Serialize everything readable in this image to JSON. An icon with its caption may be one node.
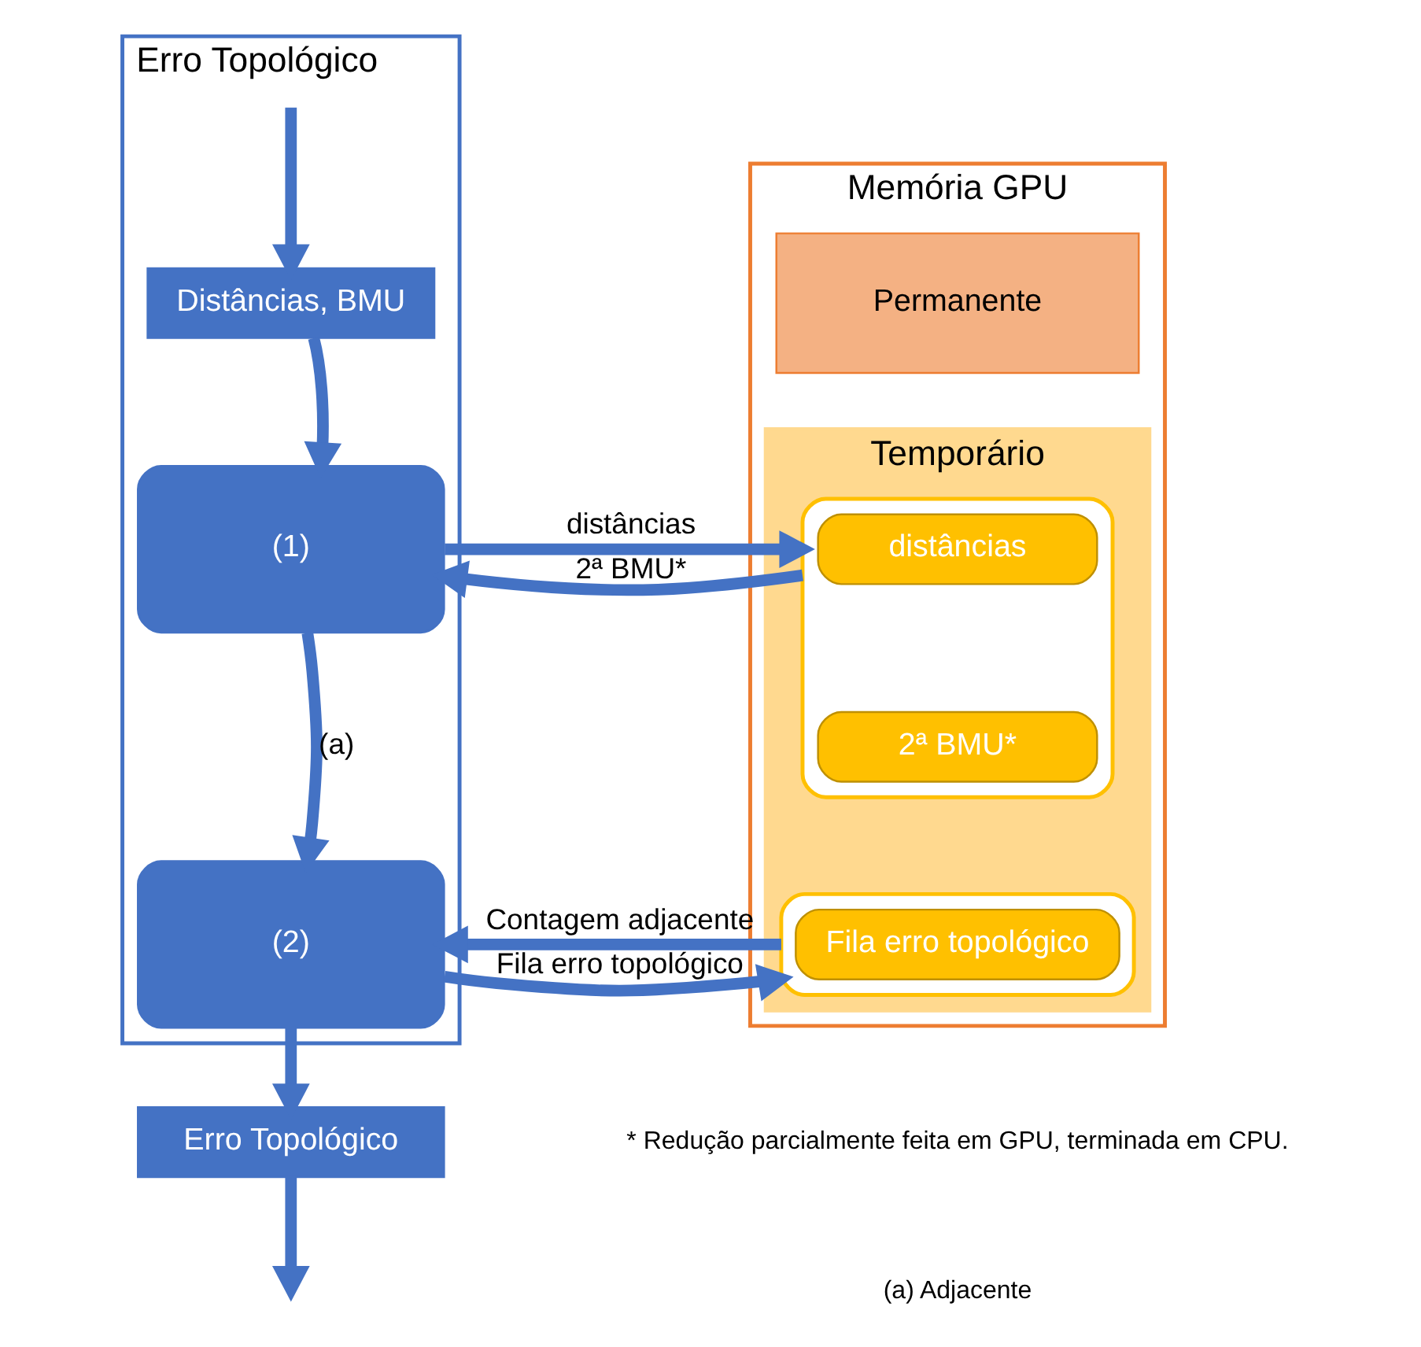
{
  "diagram": {
    "nodes": [
      {
        "text": [
          "Erro Topológico"
        ]
      },
      {
        "text": [
          "Distâncias, BMU"
        ],
        "in": 0
      },
      {
        "text": [
          "(1)"
        ],
        "in": 0
      },
      {
        "text": [
          "(2)"
        ],
        "in": 0
      },
      {
        "text": [
          "Erro Topológico"
        ]
      },
      {
        "text": [
          "Memória GPU"
        ]
      },
      {
        "text": [
          "Permanente"
        ],
        "in": 5
      },
      {
        "text": [
          "Temporário"
        ],
        "in": 5
      },
      {
        "text": [],
        "shape": "box",
        "in": 7
      },
      {
        "text": [
          "distâncias"
        ],
        "in": 8
      },
      {
        "text": [
          "2ª BMU*"
        ],
        "in": 8
      },
      {
        "text": [],
        "shape": "box",
        "in": 7
      },
      {
        "text": [
          "Fila erro topológico"
        ],
        "in": 11
      }
    ],
    "edges": [
      {
        "from": null,
        "to": 1,
        "arrow": "to"
      },
      {
        "from": 1,
        "to": 2,
        "arrow": "to"
      },
      {
        "from": 2,
        "to": 3,
        "label": "(a)",
        "arrow": "to"
      },
      {
        "from": 2,
        "to": 8,
        "label": "distâncias",
        "arrow": "to"
      },
      {
        "from": 8,
        "to": 2,
        "label": "2ª BMU*",
        "arrow": "to"
      },
      {
        "from": 3,
        "to": 11,
        "label": "Fila erro topológico",
        "arrow": "to"
      },
      {
        "from": 11,
        "to": 3,
        "label": "Contagem adjacente",
        "arrow": "to"
      },
      {
        "from": 3,
        "to": 4,
        "arrow": "to"
      },
      {
        "from": 4,
        "to": null,
        "arrow": "to"
      }
    ],
    "labels": [
      "* Redução parcialmente feita em GPU, terminada em CPU.",
      "(a) Adjacente"
    ]
  }
}
